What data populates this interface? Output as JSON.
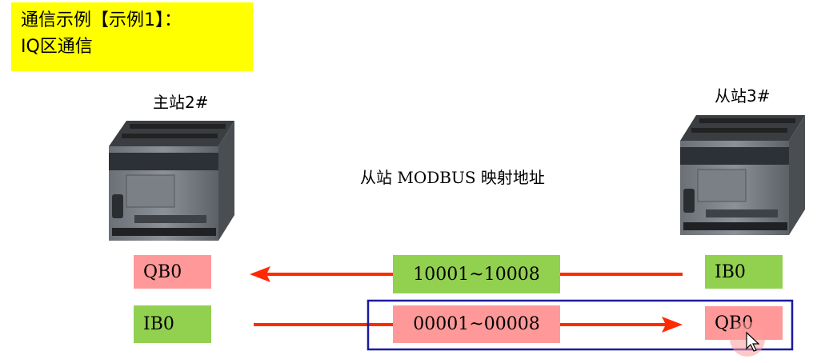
{
  "title": {
    "line1": "通信示例【示例1】：",
    "line2": "IQ区通信"
  },
  "master": {
    "label": "主站2#"
  },
  "slave": {
    "label": "从站3#"
  },
  "center_label": "从站 MODBUS 映射地址",
  "rows": [
    {
      "master_addr": "QB0",
      "modbus_range": "10001~10008",
      "slave_addr": "IB0",
      "direction": "to-master"
    },
    {
      "master_addr": "IB0",
      "modbus_range": "00001~00008",
      "slave_addr": "QB0",
      "direction": "to-slave"
    }
  ],
  "colors": {
    "title_bg": "#ffff00",
    "green": "#92d050",
    "pink": "#ff9999",
    "arrow": "#ff2a00",
    "highlight_border": "#1a1aa0"
  }
}
